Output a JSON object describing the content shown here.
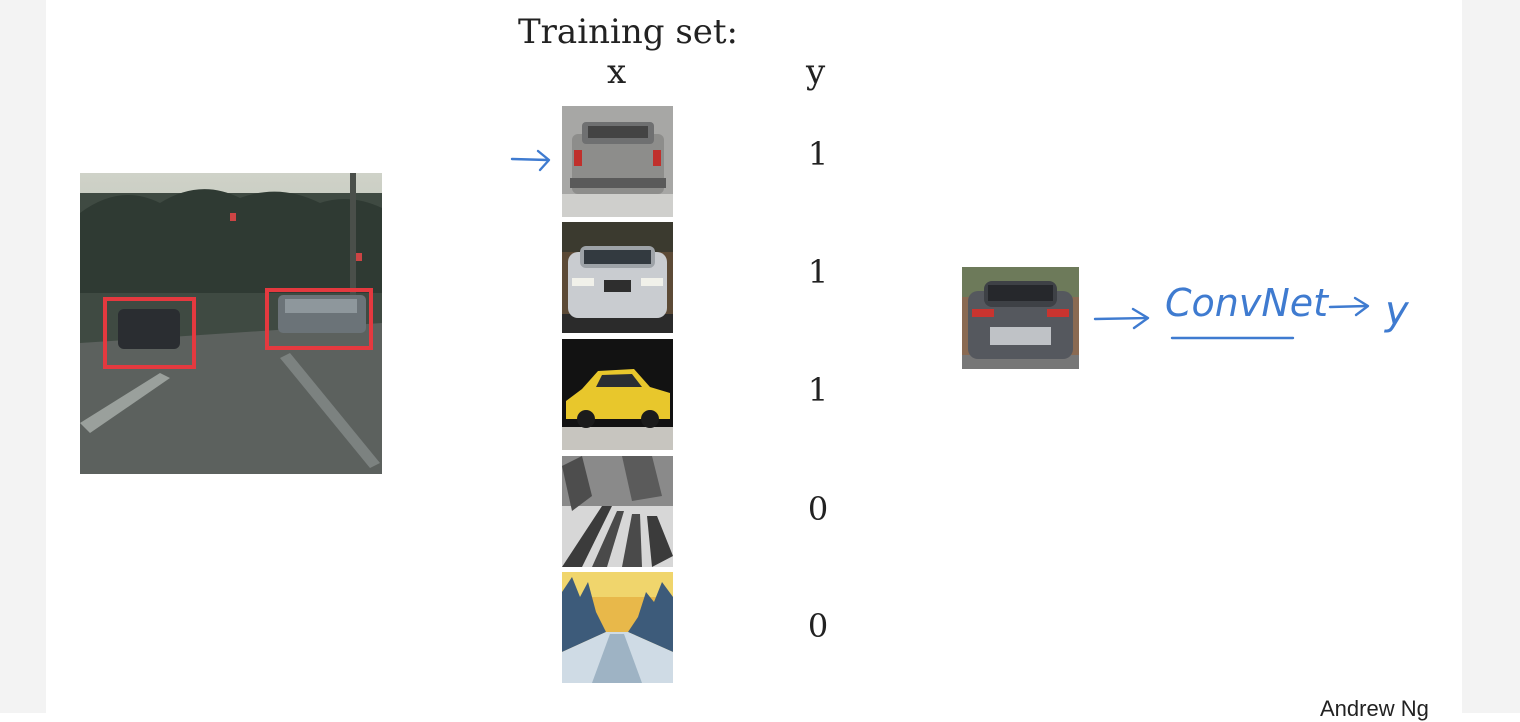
{
  "heading": "Training set:",
  "columns": {
    "x": "x",
    "y": "y"
  },
  "training_set": [
    {
      "image": "pickup-truck-rear",
      "label": "1"
    },
    {
      "image": "suv-front",
      "label": "1"
    },
    {
      "image": "yellow-sedan",
      "label": "1"
    },
    {
      "image": "snowy-forest-road",
      "label": "0"
    },
    {
      "image": "winter-road-sunset",
      "label": "0"
    }
  ],
  "pipeline": {
    "model": "ConvNet",
    "output": "y"
  },
  "credit": "Andrew Ng",
  "colors": {
    "ink": "#3f7bd0",
    "detection_box": "#e4393f"
  }
}
